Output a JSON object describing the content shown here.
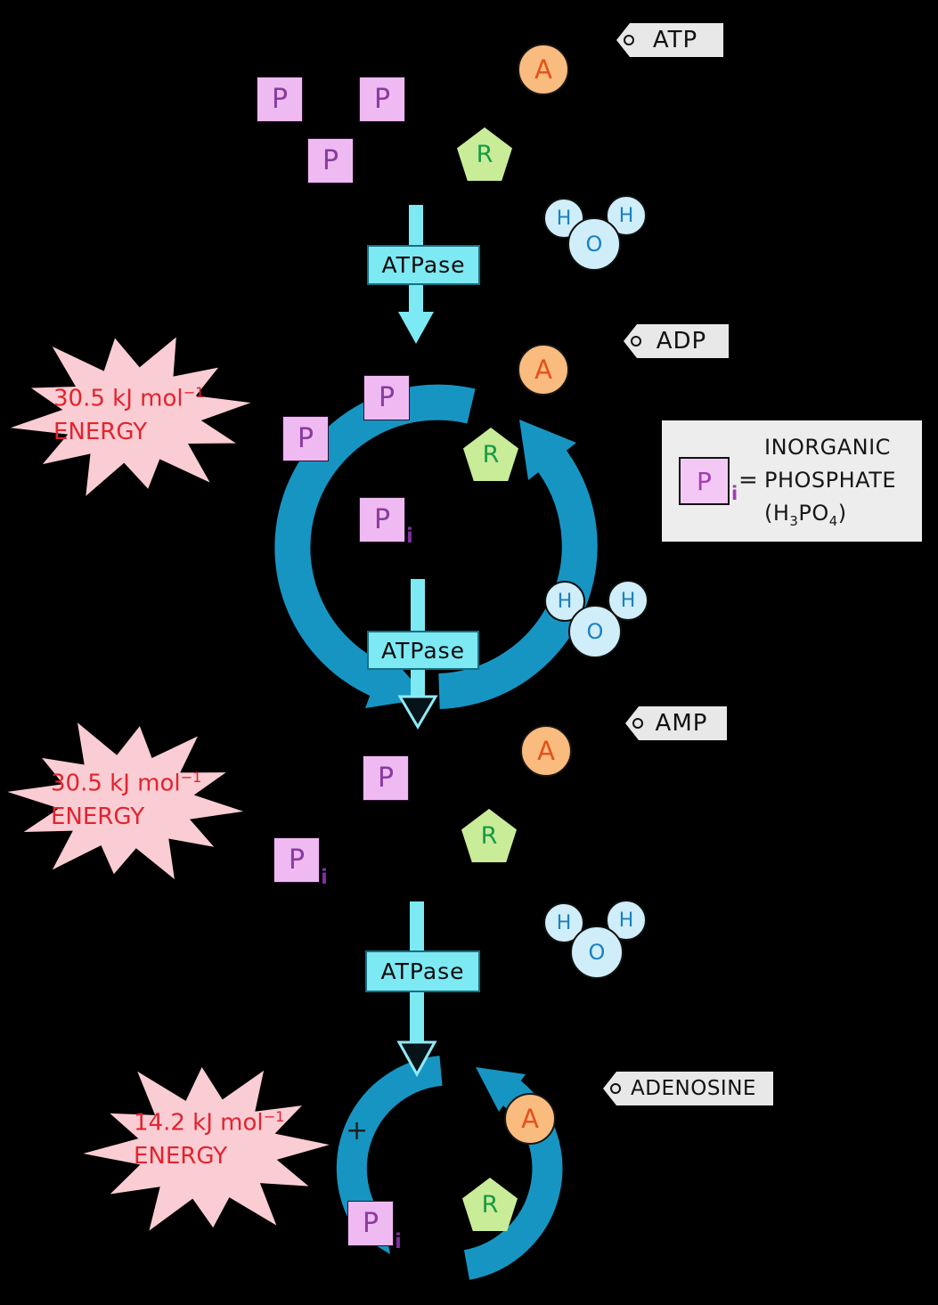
{
  "labels": {
    "atp": "ATP",
    "adp": "ADP",
    "amp": "AMP",
    "adenosine": "ADENOSINE"
  },
  "enzyme": "ATPase",
  "mol": {
    "p": "P",
    "i": "i",
    "a": "A",
    "r": "R",
    "h": "H",
    "o": "O"
  },
  "plus": "+",
  "energy": [
    {
      "amount": "30.5 kJ mol",
      "exponent": "−1",
      "label": "ENERGY"
    },
    {
      "amount": "30.5 kJ mol",
      "exponent": "−1",
      "label": "ENERGY"
    },
    {
      "amount": "14.2 kJ mol",
      "exponent": "−1",
      "label": "ENERGY"
    }
  ],
  "legend": {
    "symbol": "P",
    "subscript": "i",
    "equals": "=",
    "line1": "INORGANIC",
    "line2": "PHOSPHATE",
    "formula_prefix": "(H",
    "formula_sub1": "3",
    "formula_mid": "PO",
    "formula_sub2": "4",
    "formula_suffix": ")"
  },
  "colors": {
    "background": "#000000",
    "phosphate_fill": "#eebaf1",
    "phosphate_letter": "#8a3b9f",
    "legend_phosphate_fill": "#f4c8f5",
    "adenine_fill": "#f9bb7e",
    "adenine_letter": "#e2511c",
    "ribose_fill": "#c9ec99",
    "ribose_letter": "#169a47",
    "water_fill": "#cfeef9",
    "water_letter": "#1b80c0",
    "enzyme_box_fill": "#7de9f3",
    "arrow_cyan": "#7de9f3",
    "cycle_blue": "#1795c2",
    "burst_fill": "#f9cdd3",
    "burst_text": "#e3232f",
    "tag_fill": "#e8e8e8"
  }
}
